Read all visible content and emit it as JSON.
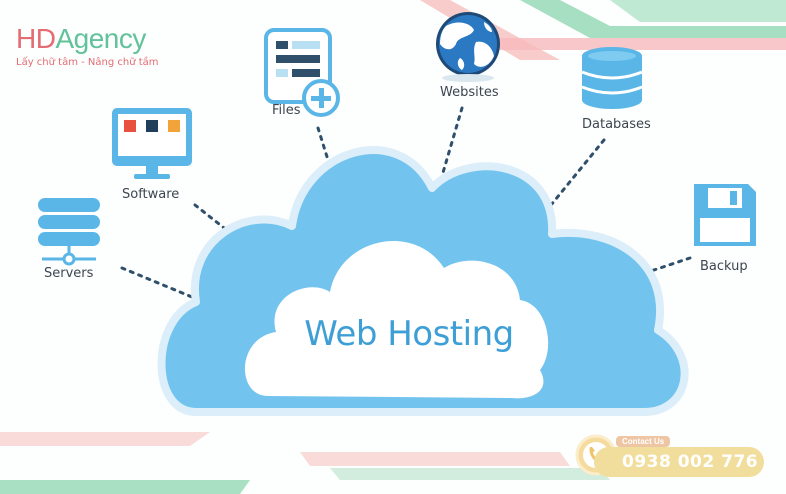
{
  "brand": {
    "name_part1": "HD",
    "name_part2": "Agency",
    "slogan": "Lấy chữ tâm - Nâng chữ tầm"
  },
  "center": {
    "title": "Web Hosting"
  },
  "items": {
    "servers": "Servers",
    "software": "Software",
    "files": "Files",
    "websites": "Websites",
    "databases": "Databases",
    "backup": "Backup"
  },
  "contact": {
    "tag": "Contact Us",
    "phone": "0938 002 776"
  },
  "colors": {
    "cloud_outer": "#72c4ef",
    "cloud_inner": "#ffffff",
    "icon_blue": "#59b6e6",
    "text_blue": "#3d9fd6",
    "brand_red": "#e36d73",
    "brand_green": "#62c29a"
  }
}
